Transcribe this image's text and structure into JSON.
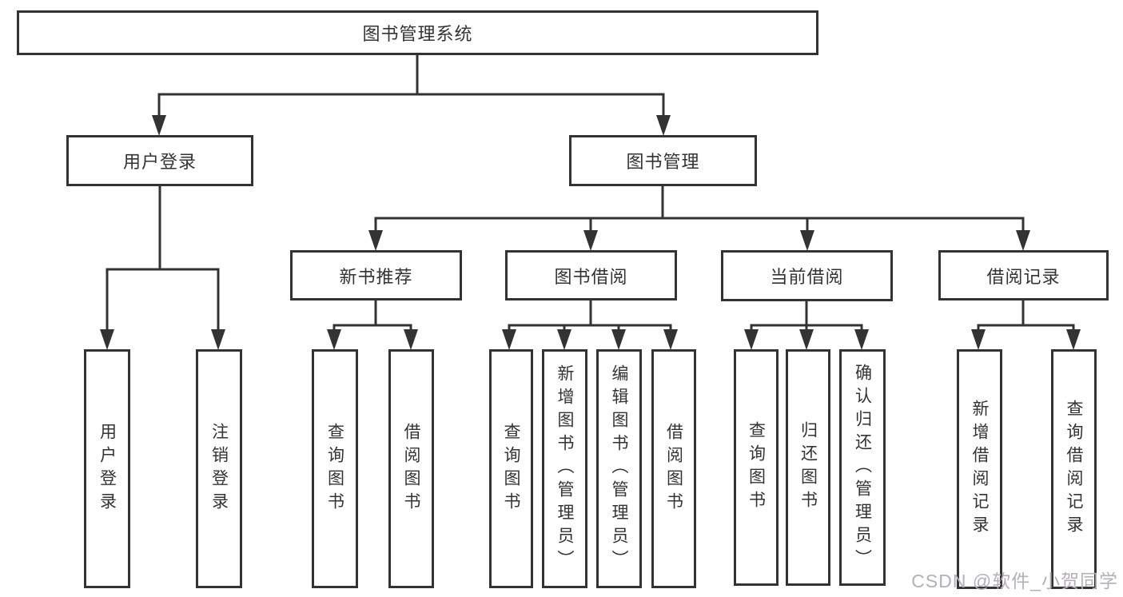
{
  "diagram": {
    "title": "图书管理系统",
    "level2": {
      "user_login": "用户登录",
      "book_management": "图书管理"
    },
    "level3": {
      "new_book_recommend": "新书推荐",
      "book_borrow": "图书借阅",
      "current_borrow": "当前借阅",
      "borrow_record": "借阅记录"
    },
    "leaves": {
      "user_login": [
        "用户登录",
        "注销登录"
      ],
      "new_book_recommend": [
        "查询图书",
        "借阅图书"
      ],
      "book_borrow": [
        "查询图书",
        "新增图书（管理员）",
        "编辑图书（管理员）",
        "借阅图书"
      ],
      "current_borrow": [
        "查询图书",
        "归还图书",
        "确认归还（管理员）"
      ],
      "borrow_record": [
        "新增借阅记录",
        "查询借阅记录"
      ]
    },
    "watermark": "CSDN @软件_小贺同学",
    "colors": {
      "line": "#333333",
      "text": "#333333",
      "watermark": "#b4afb9",
      "background": "#ffffff"
    }
  }
}
